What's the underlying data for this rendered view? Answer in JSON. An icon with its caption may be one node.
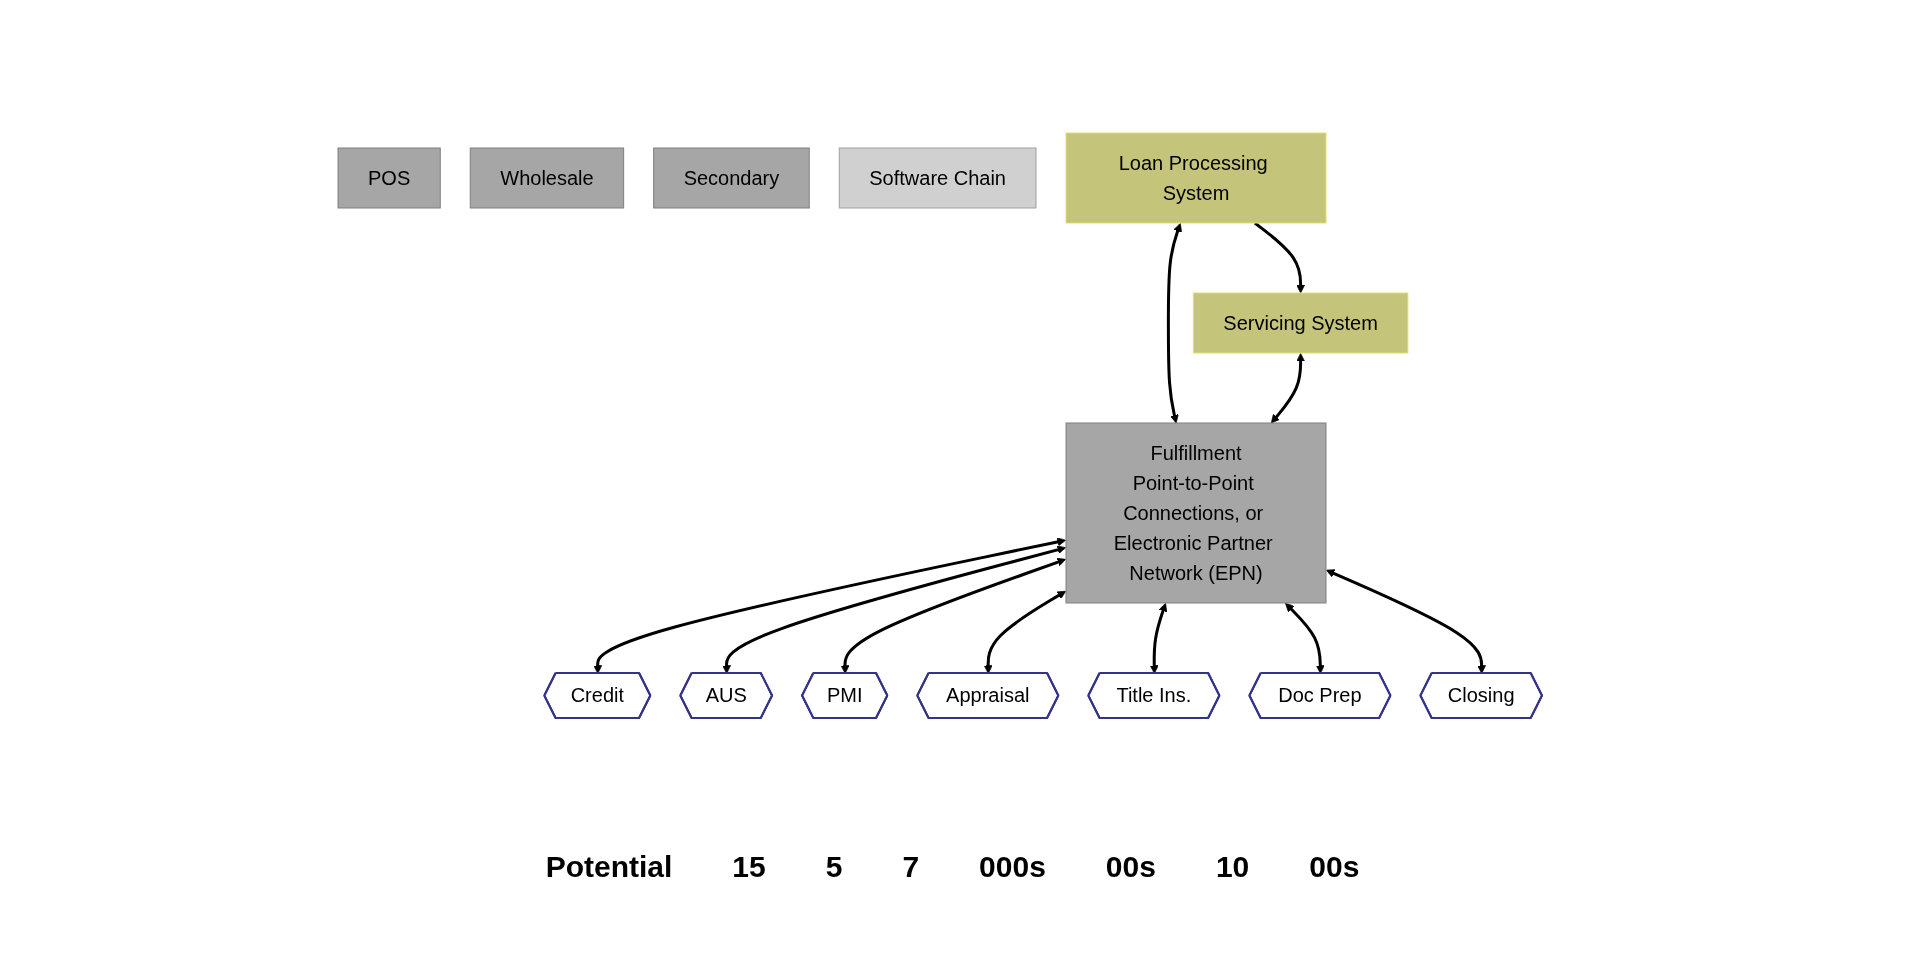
{
  "diagram": {
    "nodes": [
      {
        "text": [
          "POS"
        ]
      },
      {
        "text": [
          "Wholesale"
        ]
      },
      {
        "text": [
          "Secondary"
        ]
      },
      {
        "text": [
          "Software Chain"
        ]
      },
      {
        "text": [
          "Loan Processing System"
        ]
      },
      {
        "text": [
          "Servicing System"
        ]
      },
      {
        "text": [
          "Fulfillment",
          "Point-to-Point Connections, or Electronic Partner Network (EPN)"
        ]
      },
      {
        "text": [
          "Credit"
        ]
      },
      {
        "text": [
          "AUS"
        ]
      },
      {
        "text": [
          "PMI"
        ]
      },
      {
        "text": [
          "Appraisal"
        ]
      },
      {
        "text": [
          "Title Ins."
        ]
      },
      {
        "text": [
          "Doc Prep"
        ]
      },
      {
        "text": [
          "Closing"
        ]
      }
    ],
    "edges": [
      {
        "from": 4,
        "to": 5,
        "arrow": "to"
      },
      {
        "from": 4,
        "to": 6,
        "arrow": "both"
      },
      {
        "from": 5,
        "to": 6,
        "arrow": "both"
      },
      {
        "from": 6,
        "to": 7,
        "arrow": "both"
      },
      {
        "from": 6,
        "to": 8,
        "arrow": "both"
      },
      {
        "from": 6,
        "to": 9,
        "arrow": "both"
      },
      {
        "from": 6,
        "to": 10,
        "arrow": "both"
      },
      {
        "from": 6,
        "to": 11,
        "arrow": "both"
      },
      {
        "from": 6,
        "to": 12,
        "arrow": "both"
      },
      {
        "from": 6,
        "to": 13,
        "arrow": "both"
      }
    ],
    "labels": [
      "Potential",
      "15",
      "5",
      "7",
      "000s",
      "00s",
      "10",
      "00s"
    ]
  }
}
